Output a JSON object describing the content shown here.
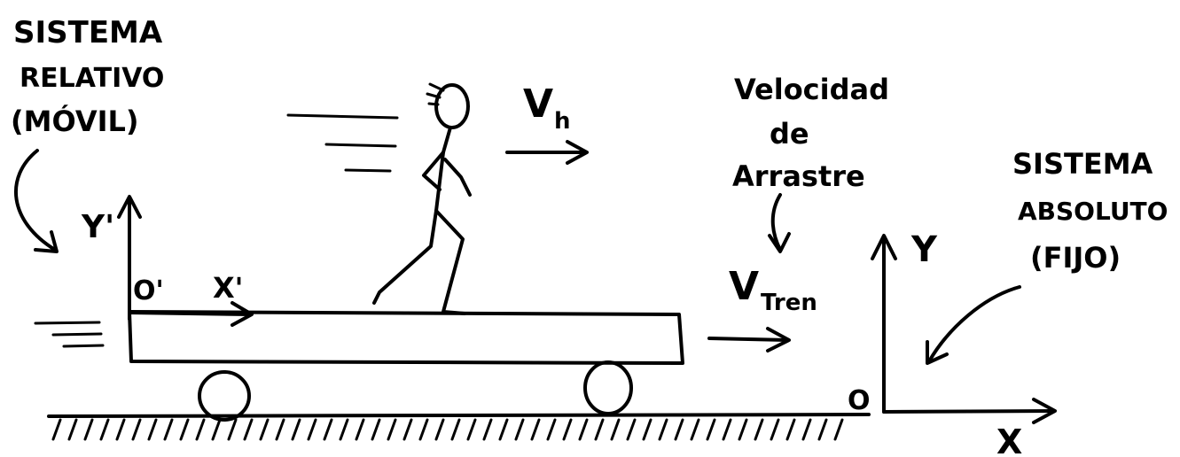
{
  "labels": {
    "relative_line1": "SISTEMA",
    "relative_line2": "RELATIVO",
    "relative_line3": "(MÓVIL)",
    "absolute_line1": "SISTEMA",
    "absolute_line2": "ABSOLUTO",
    "absolute_line3": "(FIJO)",
    "drag_line1": "Velocidad",
    "drag_line2": "de",
    "drag_line3": "Arrastre",
    "v_h": "V",
    "v_h_sub": "h",
    "v_tren": "V",
    "v_tren_sub": "Tren",
    "y_prime": "Y'",
    "x_prime": "X'",
    "o_prime": "O'",
    "y_abs": "Y",
    "x_abs": "X",
    "o_abs": "O"
  }
}
